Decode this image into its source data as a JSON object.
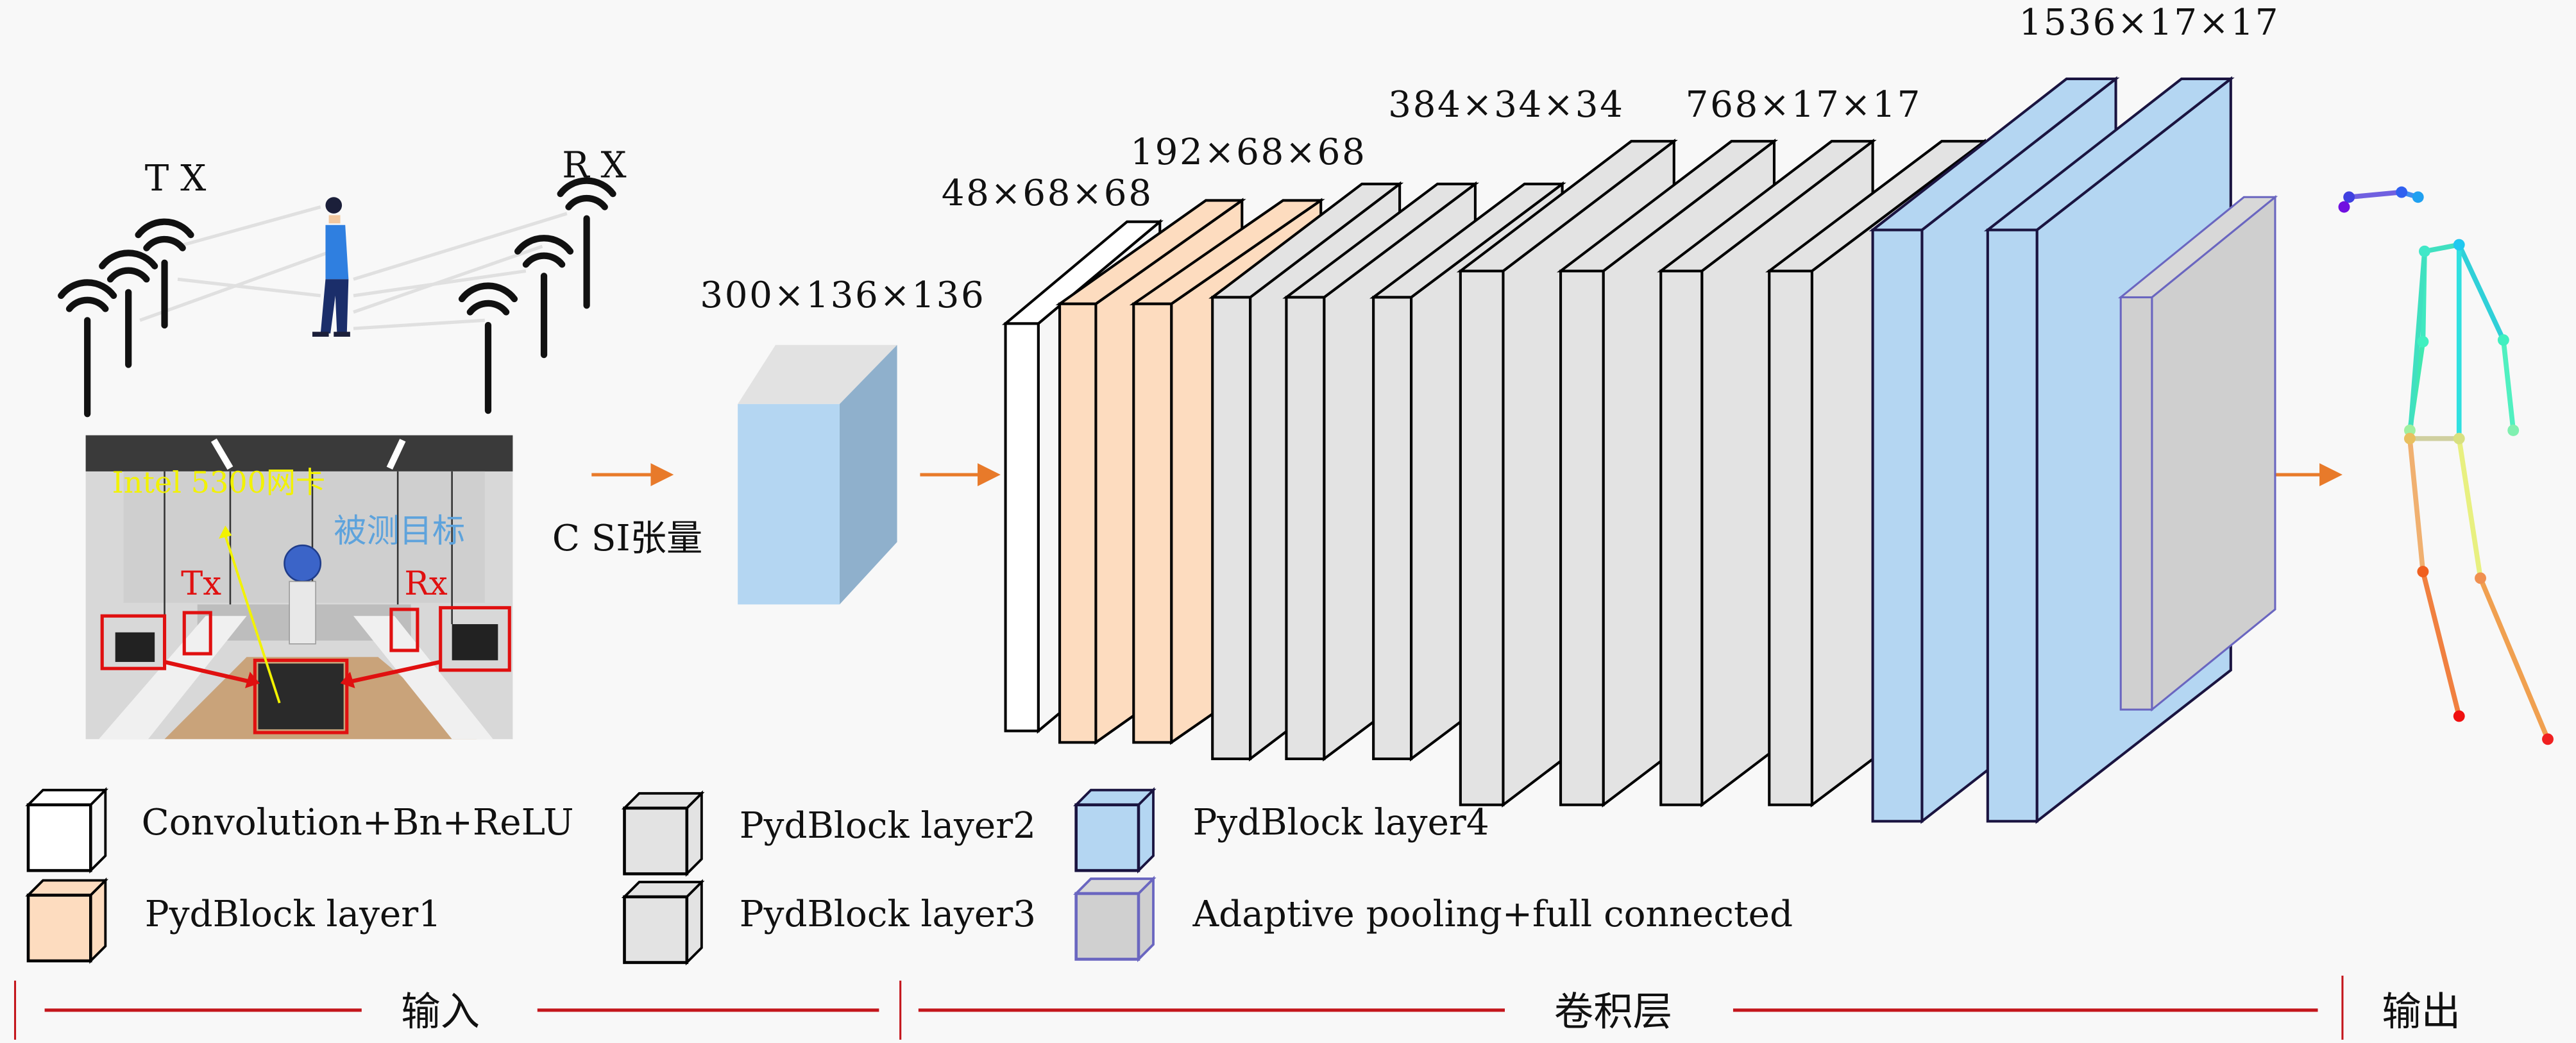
{
  "title": "CSI-based pose estimation network architecture",
  "input_panel": {
    "tx_label": "T X",
    "rx_label": "R X",
    "photo_labels": {
      "nic": "Intel 5300网卡",
      "target": "被测目标",
      "tx": "Tx",
      "rx": "Rx"
    }
  },
  "csi": {
    "label": "C SI张量",
    "dims": "300×136×136",
    "face_color": "#b4d6f2",
    "side_color": "#8fb0cc",
    "top_color": "#e2e2e2"
  },
  "stage_dims": [
    {
      "id": "conv",
      "text": "48×68×68"
    },
    {
      "id": "layer1",
      "text": "192×68×68"
    },
    {
      "id": "layer2",
      "text": "384×34×34"
    },
    {
      "id": "layer3",
      "text": "768×17×17"
    },
    {
      "id": "layer4",
      "text": "1536×17×17"
    }
  ],
  "blocks": [
    {
      "type": "conv"
    },
    {
      "type": "layer1"
    },
    {
      "type": "layer1"
    },
    {
      "type": "layer2"
    },
    {
      "type": "layer2"
    },
    {
      "type": "layer2"
    },
    {
      "type": "layer3"
    },
    {
      "type": "layer3"
    },
    {
      "type": "layer3"
    },
    {
      "type": "layer3"
    },
    {
      "type": "layer4"
    },
    {
      "type": "layer4"
    },
    {
      "type": "fc"
    }
  ],
  "block_styles": {
    "conv": {
      "front": "#ffffff",
      "side": "#f6f6f6",
      "top": "#ffffff",
      "stroke": "#000000"
    },
    "layer1": {
      "front": "#fddcbf",
      "side": "#fddcbf",
      "top": "#fddcbf",
      "stroke": "#000000"
    },
    "layer2": {
      "front": "#e3e3e3",
      "side": "#e3e3e3",
      "top": "#e3e3e3",
      "stroke": "#000000"
    },
    "layer3": {
      "front": "#e3e3e3",
      "side": "#e3e3e3",
      "top": "#e3e3e3",
      "stroke": "#000000"
    },
    "layer4": {
      "front": "#b4d6f2",
      "side": "#b4d6f2",
      "top": "#b4d6f2",
      "stroke": "#1a1440"
    },
    "fc": {
      "front": "#d0d0d0",
      "side": "#cfcfcf",
      "top": "#d8d8d8",
      "stroke": "#6a66c0"
    }
  },
  "legend": [
    {
      "type": "conv",
      "label": "Convolution+Bn+ReLU"
    },
    {
      "type": "layer1",
      "label": "PydBlock layer1"
    },
    {
      "type": "layer2",
      "label": "PydBlock layer2"
    },
    {
      "type": "layer3",
      "label": "PydBlock layer3"
    },
    {
      "type": "layer4",
      "label": "PydBlock layer4"
    },
    {
      "type": "fc",
      "label": "Adaptive pooling+full connected"
    }
  ],
  "sections": {
    "input": "输入",
    "conv": "卷积层",
    "output": "输出"
  },
  "colors": {
    "arrow": "#e87a2a",
    "section_line": "#c4161c",
    "background": "#f8f8f8"
  }
}
